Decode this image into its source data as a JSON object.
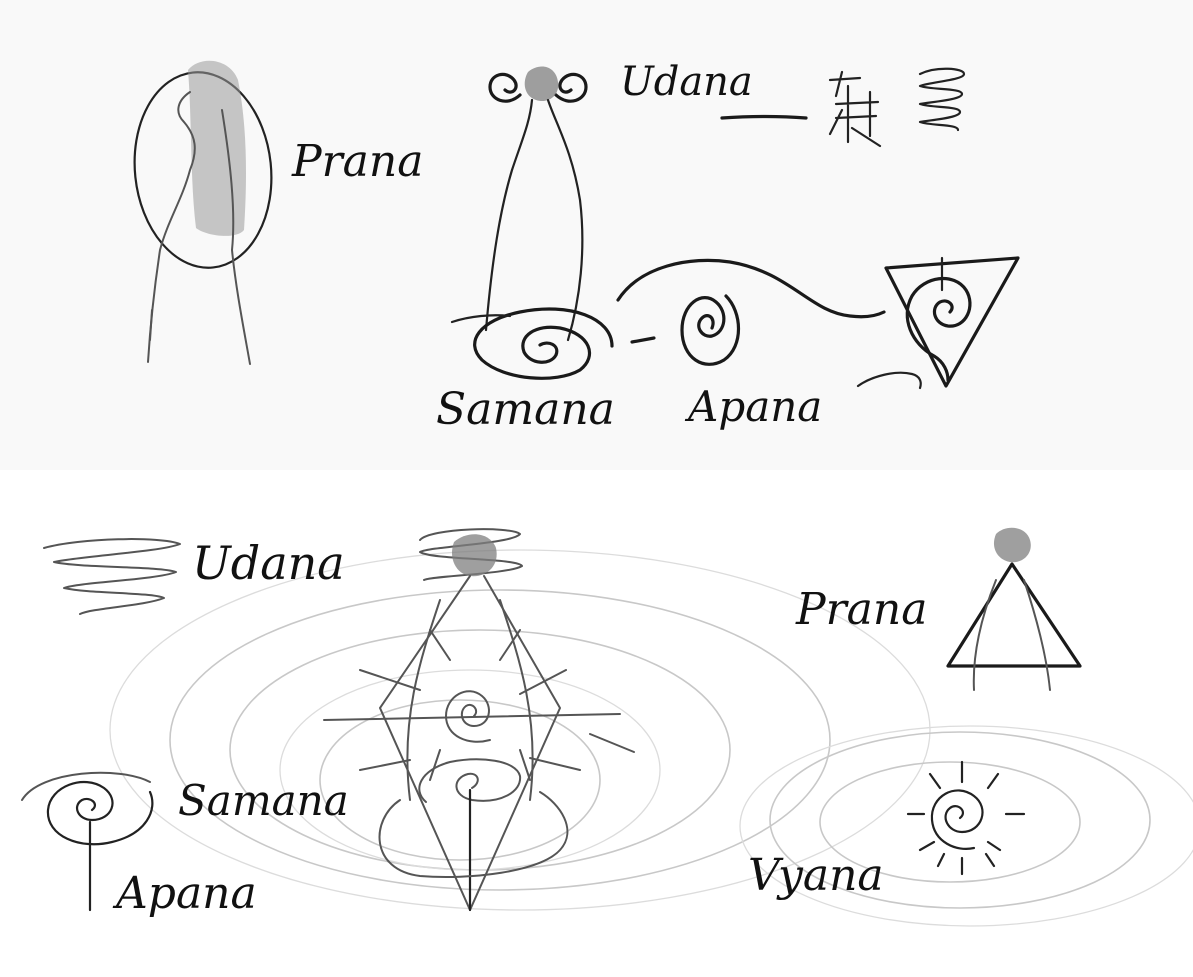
{
  "top_panel": {
    "labels": {
      "prana": "Prana",
      "udana": "Udana",
      "samana": "Samana",
      "apana": "Apana"
    }
  },
  "bottom_panel": {
    "labels": {
      "udana": "Udana",
      "prana": "Prana",
      "samana": "Samana",
      "apana": "Apana",
      "vyana": "Vyana"
    }
  },
  "colors": {
    "ink": "#1a1a1a",
    "pencil": "#555555",
    "smudge": "#9a9a9a",
    "paper": "#fbfbfb"
  }
}
